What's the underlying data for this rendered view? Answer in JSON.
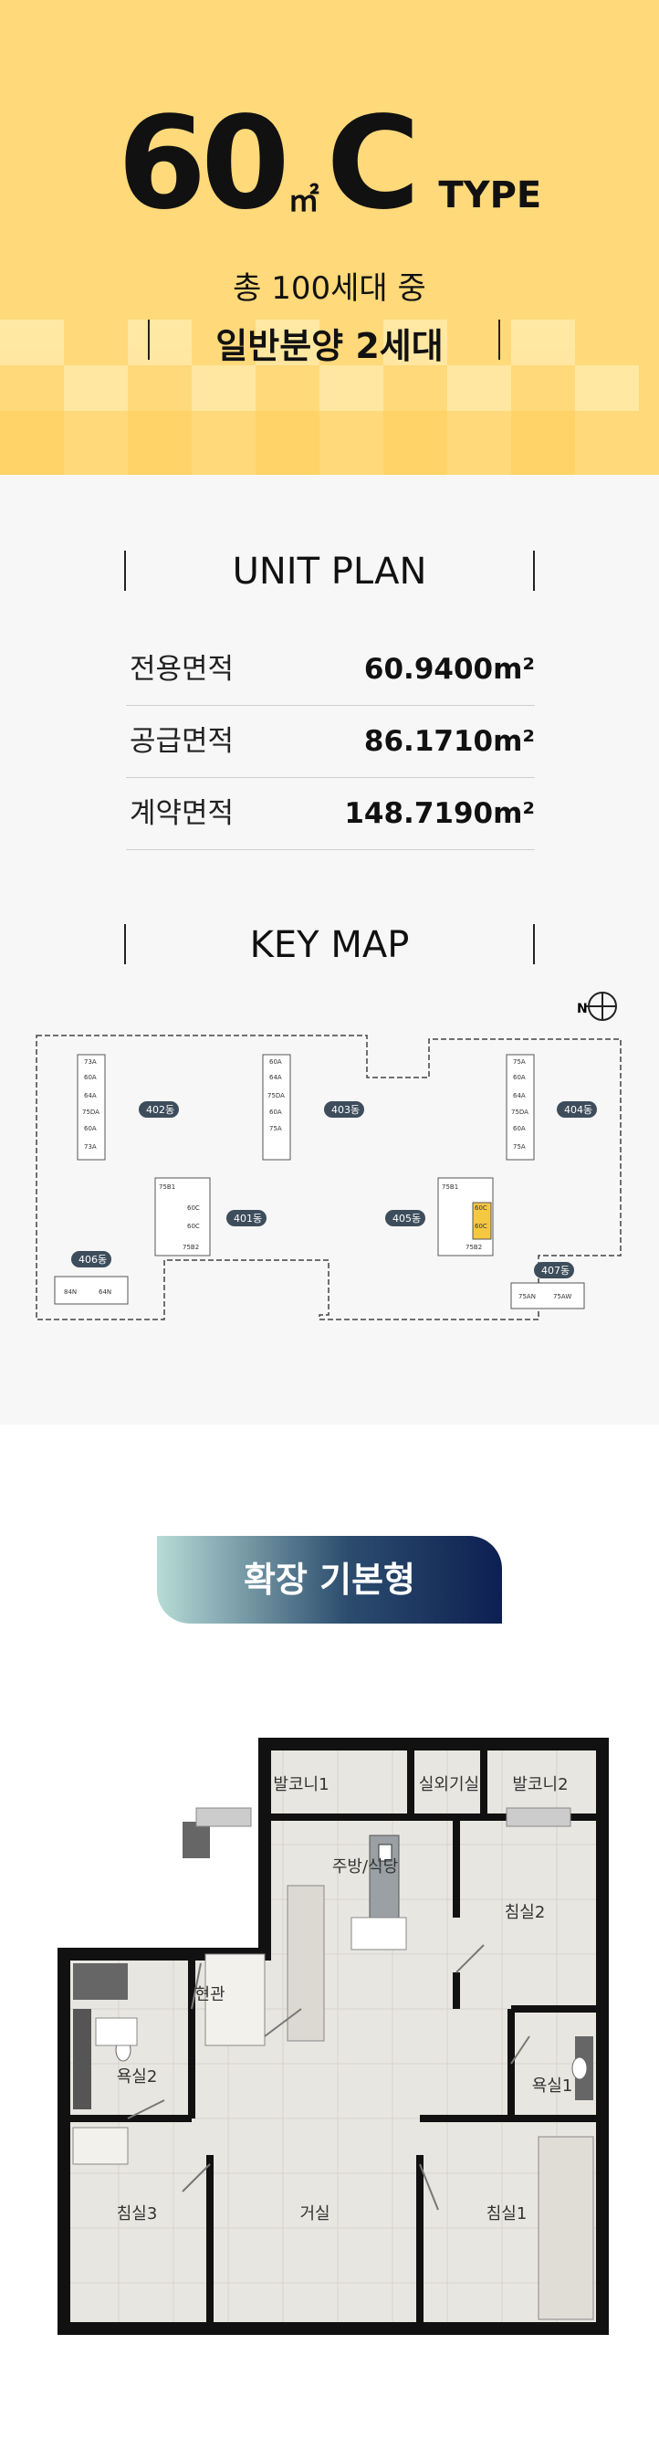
{
  "hero": {
    "size_number": "60",
    "size_unit": "㎡",
    "type_letter": "C",
    "type_word": "TYPE",
    "total_households": "총 100세대 중",
    "general_sale": "일반분양 2세대",
    "bg_color": "#ffd97a"
  },
  "unit_plan": {
    "heading": "UNIT PLAN",
    "rows": [
      {
        "label": "전용면적",
        "value": "60.9400m²"
      },
      {
        "label": "공급면적",
        "value": "86.1710m²"
      },
      {
        "label": "계약면적",
        "value": "148.7190m²"
      }
    ]
  },
  "key_map": {
    "heading": "KEY MAP",
    "compass_letter": "N",
    "buildings": [
      "402동",
      "403동",
      "404동",
      "401동",
      "405동",
      "406동",
      "407동"
    ],
    "unit_labels": [
      "73A",
      "60A",
      "64A",
      "75DA",
      "60A",
      "73A",
      "60A",
      "64A",
      "75DA",
      "60A",
      "75A",
      "75A",
      "60A",
      "64A",
      "75DA",
      "60A",
      "75A",
      "75B1",
      "60C",
      "60C",
      "75B2",
      "75B1",
      "60C",
      "60C",
      "75B2",
      "84N",
      "64N",
      "75AN",
      "75AW"
    ]
  },
  "expand": {
    "badge": "확장 기본형"
  },
  "floor_plan": {
    "rooms": [
      "발코니1",
      "실외기실",
      "발코니2",
      "주방/식당",
      "침실2",
      "현관",
      "욕실2",
      "욕실1",
      "침실3",
      "거실",
      "침실1"
    ]
  }
}
